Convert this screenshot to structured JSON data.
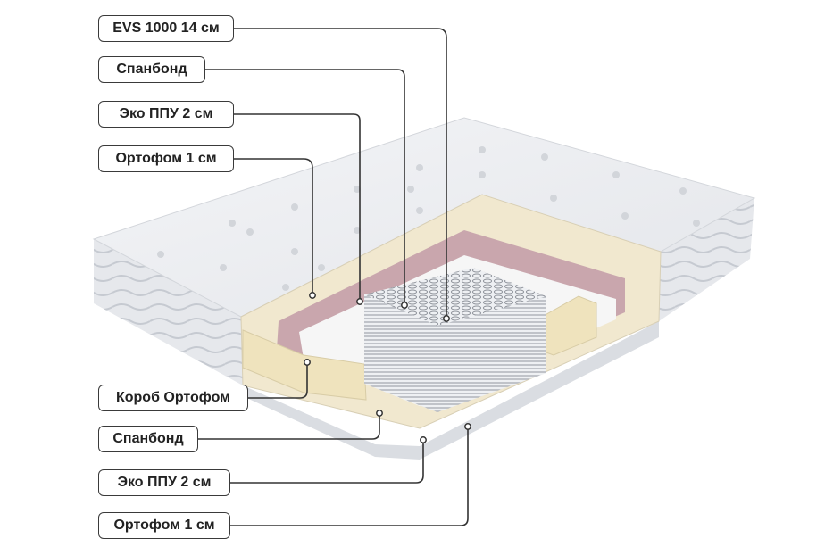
{
  "top_labels": [
    {
      "text": "EVS 1000 14 см"
    },
    {
      "text": "Спанбонд"
    },
    {
      "text": "Эко ППУ 2 см"
    },
    {
      "text": "Ортофом 1 см"
    }
  ],
  "bottom_labels": [
    {
      "text": "Короб Ортофом"
    },
    {
      "text": "Спанбонд"
    },
    {
      "text": "Эко ППУ 2 см"
    },
    {
      "text": "Ортофом 1 см"
    }
  ],
  "colors": {
    "foam": "#f1e8cf",
    "eco_ppu": "#c9a6ad",
    "spunbond": "#f6f6f6",
    "cover": "#eceef1",
    "leader": "#333333"
  }
}
